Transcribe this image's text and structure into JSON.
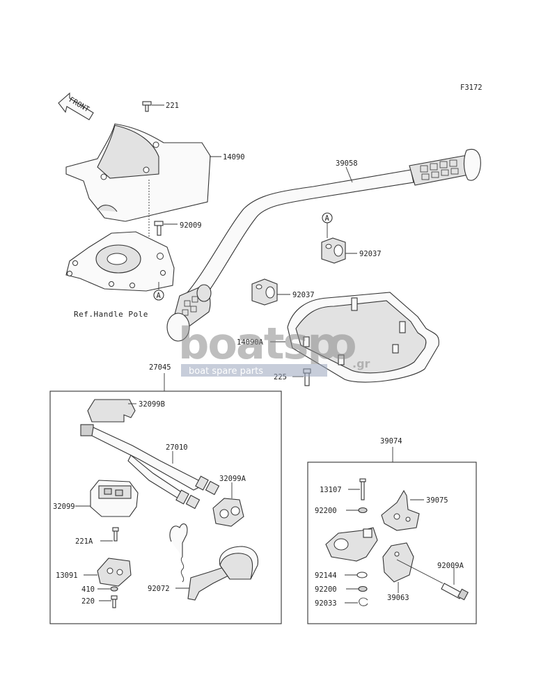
{
  "figure_code": "F3172",
  "front_label": "FRONT",
  "ref_label": "Ref.Handle Pole",
  "callout_a": "A",
  "watermark": {
    "brand": "boatsp",
    "brand_suffix": "o",
    "domain": ".gr",
    "tagline": "boat spare parts"
  },
  "parts": {
    "p221": "221",
    "p14090": "14090",
    "p39058": "39058",
    "p92009": "92009",
    "p92037_a": "92037",
    "p92037_b": "92037",
    "p14090A": "14090A",
    "p225": "225",
    "p27045": "27045",
    "p32099B": "32099B",
    "p27010": "27010",
    "p32099A": "32099A",
    "p32099": "32099",
    "p221A": "221A",
    "p13091": "13091",
    "p410": "410",
    "p220": "220",
    "p92072": "92072",
    "p39074": "39074",
    "p13107": "13107",
    "p39075": "39075",
    "p92200_a": "92200",
    "p92009A": "92009A",
    "p92144": "92144",
    "p39063": "39063",
    "p92200_b": "92200",
    "p92033": "92033"
  }
}
